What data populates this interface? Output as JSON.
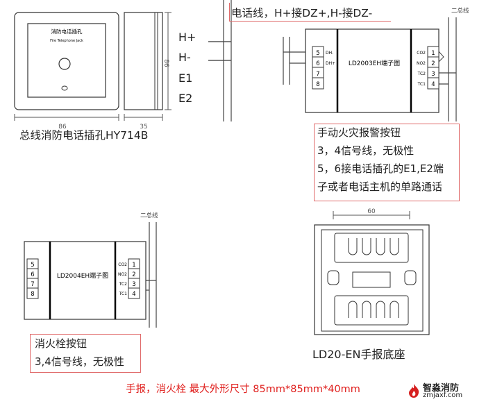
{
  "jack": {
    "label_main": "消防电话插孔",
    "label_sub": "Fire Telephone Jack",
    "dim_width": "86",
    "dim_height": "86",
    "dim_depth": "35",
    "caption": "总线消防电话插孔HY714B"
  },
  "wiring": {
    "hplus": "H+",
    "hminus": "H-",
    "e1": "E1",
    "e2": "E2",
    "phone_line_note": "电话线，H+接DZ+,H-接DZ-",
    "bus_label": "二总线"
  },
  "ld2003": {
    "title": "LD2003EH端子图",
    "left_nums": [
      "5",
      "6",
      "7",
      "8"
    ],
    "left_labels": [
      "DH-",
      "DH+"
    ],
    "right_nums": [
      "1",
      "2",
      "3",
      "4"
    ],
    "right_labels": [
      "CO2",
      "NO2",
      "TC2",
      "TC1"
    ]
  },
  "manual_note": {
    "title": "手动火灾报警按钮",
    "line1": "3，4信号线，无极性",
    "line2": "5，6接电话插孔的E1,E2端",
    "line3": "子或者电话主机的单路通话"
  },
  "ld2004": {
    "title": "LD2004EH端子图",
    "left_nums": [
      "5",
      "6",
      "7",
      "8"
    ],
    "right_nums": [
      "1",
      "2",
      "3",
      "4"
    ],
    "right_labels": [
      "CO2",
      "NO2",
      "TC2",
      "TC1"
    ],
    "bus_label": "二总线"
  },
  "hydrant_note": {
    "title": "消火栓按钮",
    "line1": "3,4信号线，无极性"
  },
  "base": {
    "dim": "60",
    "caption": "LD20-EN手报底座"
  },
  "spec": "手报，消火栓   最大外形尺寸    85mm*85mm*40mm",
  "logo": {
    "name": "智淼消防",
    "url": "zmjaxf.com"
  },
  "colors": {
    "note_border": "#e06a6a",
    "spec_text": "#e0201e",
    "logo_accent": "#d62020"
  }
}
